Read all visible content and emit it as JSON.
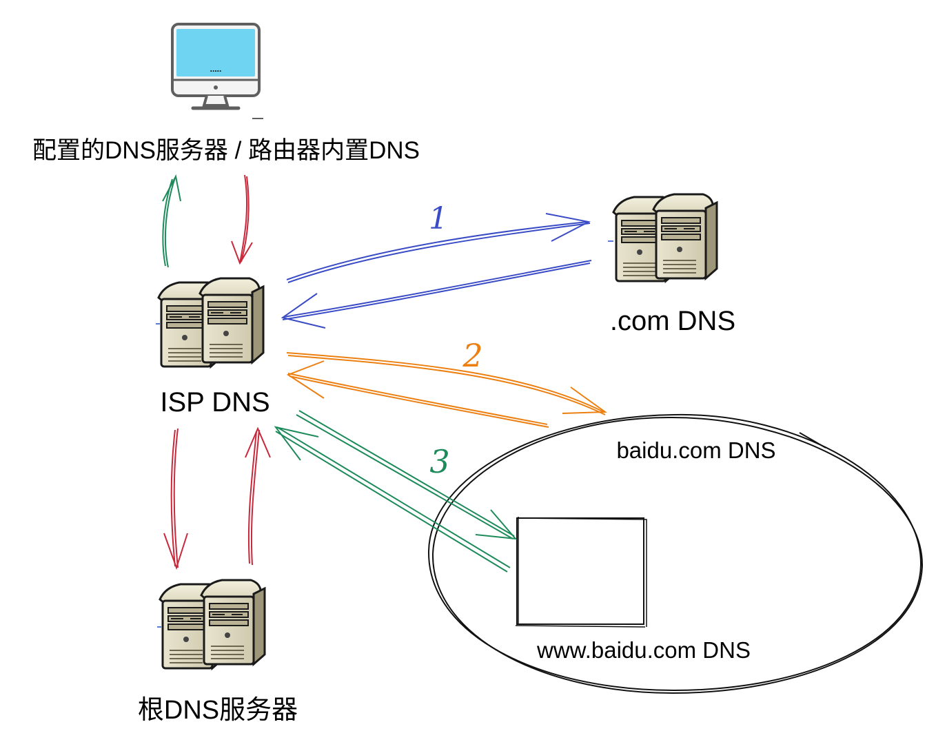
{
  "labels": {
    "client": "配置的DNS服务器 / 路由器内置DNS",
    "isp": "ISP DNS",
    "com": ".com DNS",
    "root": "根DNS服务器",
    "baidu": "baidu.com DNS",
    "www": "www.baidu.com DNS"
  },
  "monitor_screen_text": ".....",
  "steps": {
    "s1": "1",
    "s2": "2",
    "s3": "3"
  },
  "colors": {
    "blue": "#3a4bc6",
    "orange": "#ec7f10",
    "green": "#1d8a5a",
    "red": "#c8283a",
    "screen": "#6fd4f2"
  }
}
